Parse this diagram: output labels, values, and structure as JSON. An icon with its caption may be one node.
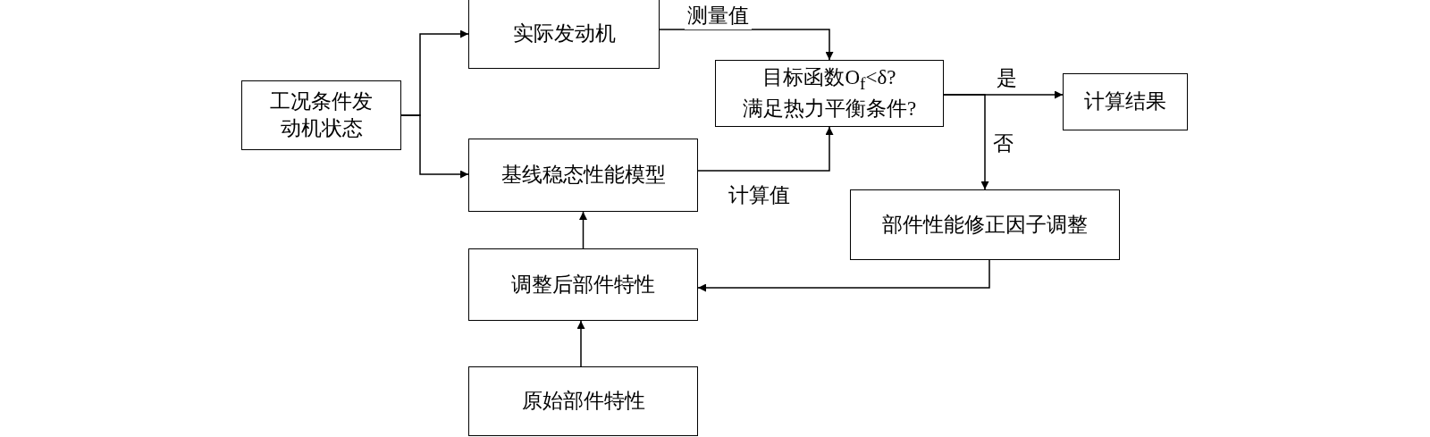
{
  "diagram": {
    "nodes": [
      {
        "text": [
          "工况条件发动机状态"
        ]
      },
      {
        "text": [
          "实际发动机"
        ]
      },
      {
        "text": [
          "基线稳态性能模型"
        ]
      },
      {
        "text": [
          "目标函数O$_{f}$<δ? 满足热力平衡条件?"
        ]
      },
      {
        "text": [
          "计算结果"
        ]
      },
      {
        "text": [
          "部件性能修正因子调整"
        ]
      },
      {
        "text": [
          "调整后部件特性"
        ]
      },
      {
        "text": [
          "原始部件特性"
        ]
      }
    ],
    "edges": [
      {
        "from": 0,
        "to": 1,
        "arrow": "to"
      },
      {
        "from": 0,
        "to": 2,
        "arrow": "to"
      },
      {
        "from": 1,
        "to": 3,
        "arrow": "to",
        "label": "测量值"
      },
      {
        "from": 2,
        "to": 3,
        "arrow": "to",
        "label": "计算值"
      },
      {
        "from": 3,
        "to": 4,
        "arrow": "to",
        "label": "是"
      },
      {
        "from": 3,
        "to": 5,
        "arrow": "to",
        "label": "否"
      },
      {
        "from": 5,
        "to": 6,
        "arrow": "to"
      },
      {
        "from": 6,
        "to": 2,
        "arrow": "to"
      },
      {
        "from": 7,
        "to": 6,
        "arrow": "to"
      }
    ]
  }
}
